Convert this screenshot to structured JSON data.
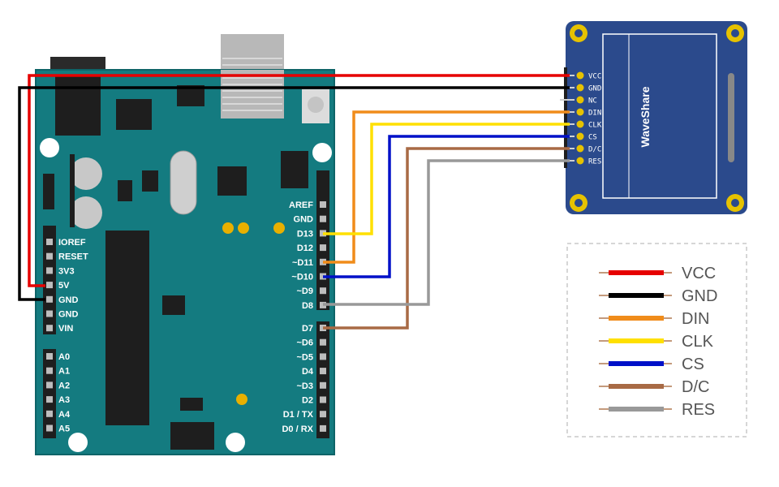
{
  "arduino": {
    "left_header": [
      "IOREF",
      "RESET",
      "3V3",
      "5V",
      "GND",
      "GND",
      "VIN"
    ],
    "analog_header": [
      "A0",
      "A1",
      "A2",
      "A3",
      "A4",
      "A5"
    ],
    "right_header_top": [
      "AREF",
      "GND",
      "D13",
      "D12",
      "~D11",
      "~D10",
      "~D9",
      "D8"
    ],
    "right_header_bottom": [
      "D7",
      "~D6",
      "~D5",
      "D4",
      "~D3",
      "D2",
      "D1 / TX",
      "D0 / RX"
    ]
  },
  "oled": {
    "brand": "WaveShare",
    "pins": [
      "VCC",
      "GND",
      "NC",
      "DIN",
      "CLK",
      "CS",
      "D/C",
      "RES"
    ]
  },
  "wires": [
    {
      "signal": "VCC",
      "color": "#e60000",
      "from": "5V",
      "to": "VCC"
    },
    {
      "signal": "GND",
      "color": "#000000",
      "from": "GND",
      "to": "GND"
    },
    {
      "signal": "DIN",
      "color": "#f08c1a",
      "from": "~D11",
      "to": "DIN"
    },
    {
      "signal": "CLK",
      "color": "#ffe000",
      "from": "D13",
      "to": "CLK"
    },
    {
      "signal": "CS",
      "color": "#0010c8",
      "from": "~D10",
      "to": "CS"
    },
    {
      "signal": "D/C",
      "color": "#a86a45",
      "from": "D7",
      "to": "D/C"
    },
    {
      "signal": "RES",
      "color": "#999999",
      "from": "D8",
      "to": "RES"
    }
  ],
  "legend": [
    {
      "label": "VCC",
      "color": "#e60000"
    },
    {
      "label": "GND",
      "color": "#000000"
    },
    {
      "label": "DIN",
      "color": "#f08c1a"
    },
    {
      "label": "CLK",
      "color": "#ffe000"
    },
    {
      "label": "CS",
      "color": "#0010c8"
    },
    {
      "label": "D/C",
      "color": "#a86a45"
    },
    {
      "label": "RES",
      "color": "#999999"
    }
  ],
  "colors": {
    "board": "#147b80",
    "board_edge": "#0e6468",
    "oled_pcb": "#2b4a8c",
    "pin_gold": "#e8c000"
  }
}
